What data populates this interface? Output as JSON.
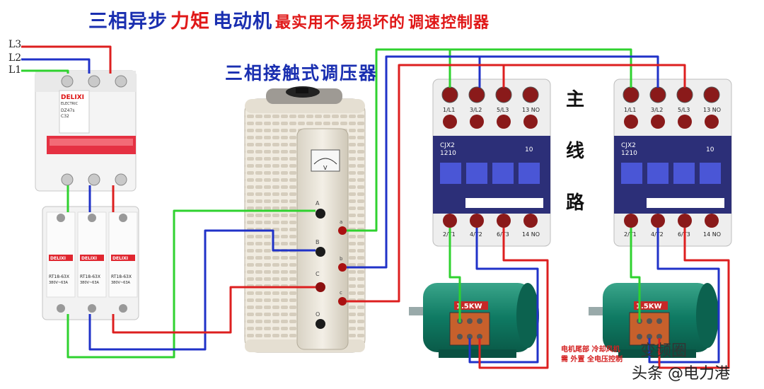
{
  "title": {
    "segments": [
      {
        "text": "三相异步",
        "color": "#1a2fb0"
      },
      {
        "text": "力矩",
        "color": "#e01818"
      },
      {
        "text": "电动机",
        "color": "#1a2fb0"
      },
      {
        "text": "最实用不易损坏的",
        "color": "#e01818"
      },
      {
        "text": "调速控制器",
        "color": "#e01818"
      }
    ]
  },
  "supply_labels": [
    "L3",
    "L2",
    "L1"
  ],
  "breaker": {
    "brand": "DELIXI",
    "brand2": "ELECTRIC",
    "model": "DZ47s",
    "rating": "C32"
  },
  "fuses": {
    "brand": "DELIXI",
    "model": "RT18-63X",
    "rating": "380V~63A"
  },
  "regulator": {
    "title": "三相接触式调压器",
    "meter_letter": "V",
    "terminal_letters": [
      "A",
      "B",
      "C",
      "O"
    ],
    "output_letters": [
      "a",
      "b",
      "c"
    ]
  },
  "contactors": [
    {
      "model": "CJX2",
      "code": "1210",
      "rating": "10",
      "top_terminals": [
        "1/L1",
        "3/L2",
        "5/L3",
        "13 NO"
      ],
      "bottom_terminals": [
        "2/T1",
        "4/T2",
        "6/T3",
        "14 NO"
      ]
    },
    {
      "model": "CJX2",
      "code": "1210",
      "rating": "10",
      "top_terminals": [
        "1/L1",
        "3/L2",
        "5/L3",
        "13 NO"
      ],
      "bottom_terminals": [
        "2/T1",
        "4/T2",
        "6/T3",
        "14 NO"
      ]
    }
  ],
  "main_line_label": [
    "主",
    "线",
    "路"
  ],
  "motors": [
    {
      "power": "1.5KW"
    },
    {
      "power": "1.5KW"
    }
  ],
  "motor_note": {
    "line1": "电机尾部 冷却风机",
    "line2": "需 外置 全电压控制"
  },
  "watermark": {
    "badge": "变频圈",
    "text": "头条 @电力港"
  },
  "colors": {
    "phase_l1": "#2fd22f",
    "phase_l2": "#2032c8",
    "phase_l3": "#dd1f1f",
    "title_blue": "#1a2fb0",
    "title_red": "#e01818"
  }
}
